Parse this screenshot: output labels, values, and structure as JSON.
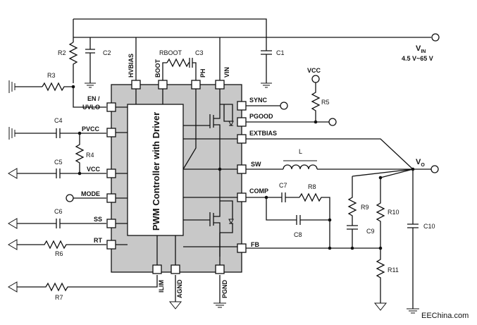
{
  "ic": {
    "core_label": "PWM Controller with Driver"
  },
  "pins": {
    "hvbias": "HVBIAS",
    "boot": "BOOT",
    "ph": "PH",
    "vin": "VIN",
    "en_uvlo_1": "EN /",
    "en_uvlo_2": "UVLO",
    "pvcc": "PVCC",
    "vcc": "VCC",
    "mode": "MODE",
    "ss": "SS",
    "rt": "RT",
    "sync": "SYNC",
    "pgood": "PGOOD",
    "extbias": "EXTBIAS",
    "sw": "SW",
    "comp": "COMP",
    "fb": "FB",
    "ilim": "ILIM",
    "agnd": "AGND",
    "pgnd": "PGND"
  },
  "components": {
    "c1": "C1",
    "c2": "C2",
    "c3": "C3",
    "c4": "C4",
    "c5": "C5",
    "c6": "C6",
    "c7": "C7",
    "c8": "C8",
    "c9": "C9",
    "c10": "C10",
    "r2": "R2",
    "r3": "R3",
    "r4": "R4",
    "r5": "R5",
    "r6": "R6",
    "r7": "R7",
    "r8": "R8",
    "r9": "R9",
    "r10": "R10",
    "r11": "R11",
    "rboot": "RBOOT",
    "l": "L"
  },
  "nets": {
    "vin_main": "V",
    "vin_sub": "IN",
    "vin_range": "4.5 V~65 V",
    "vcc": "VCC",
    "vo_main": "V",
    "vo_sub": "O"
  },
  "watermark": "EEChina.com"
}
